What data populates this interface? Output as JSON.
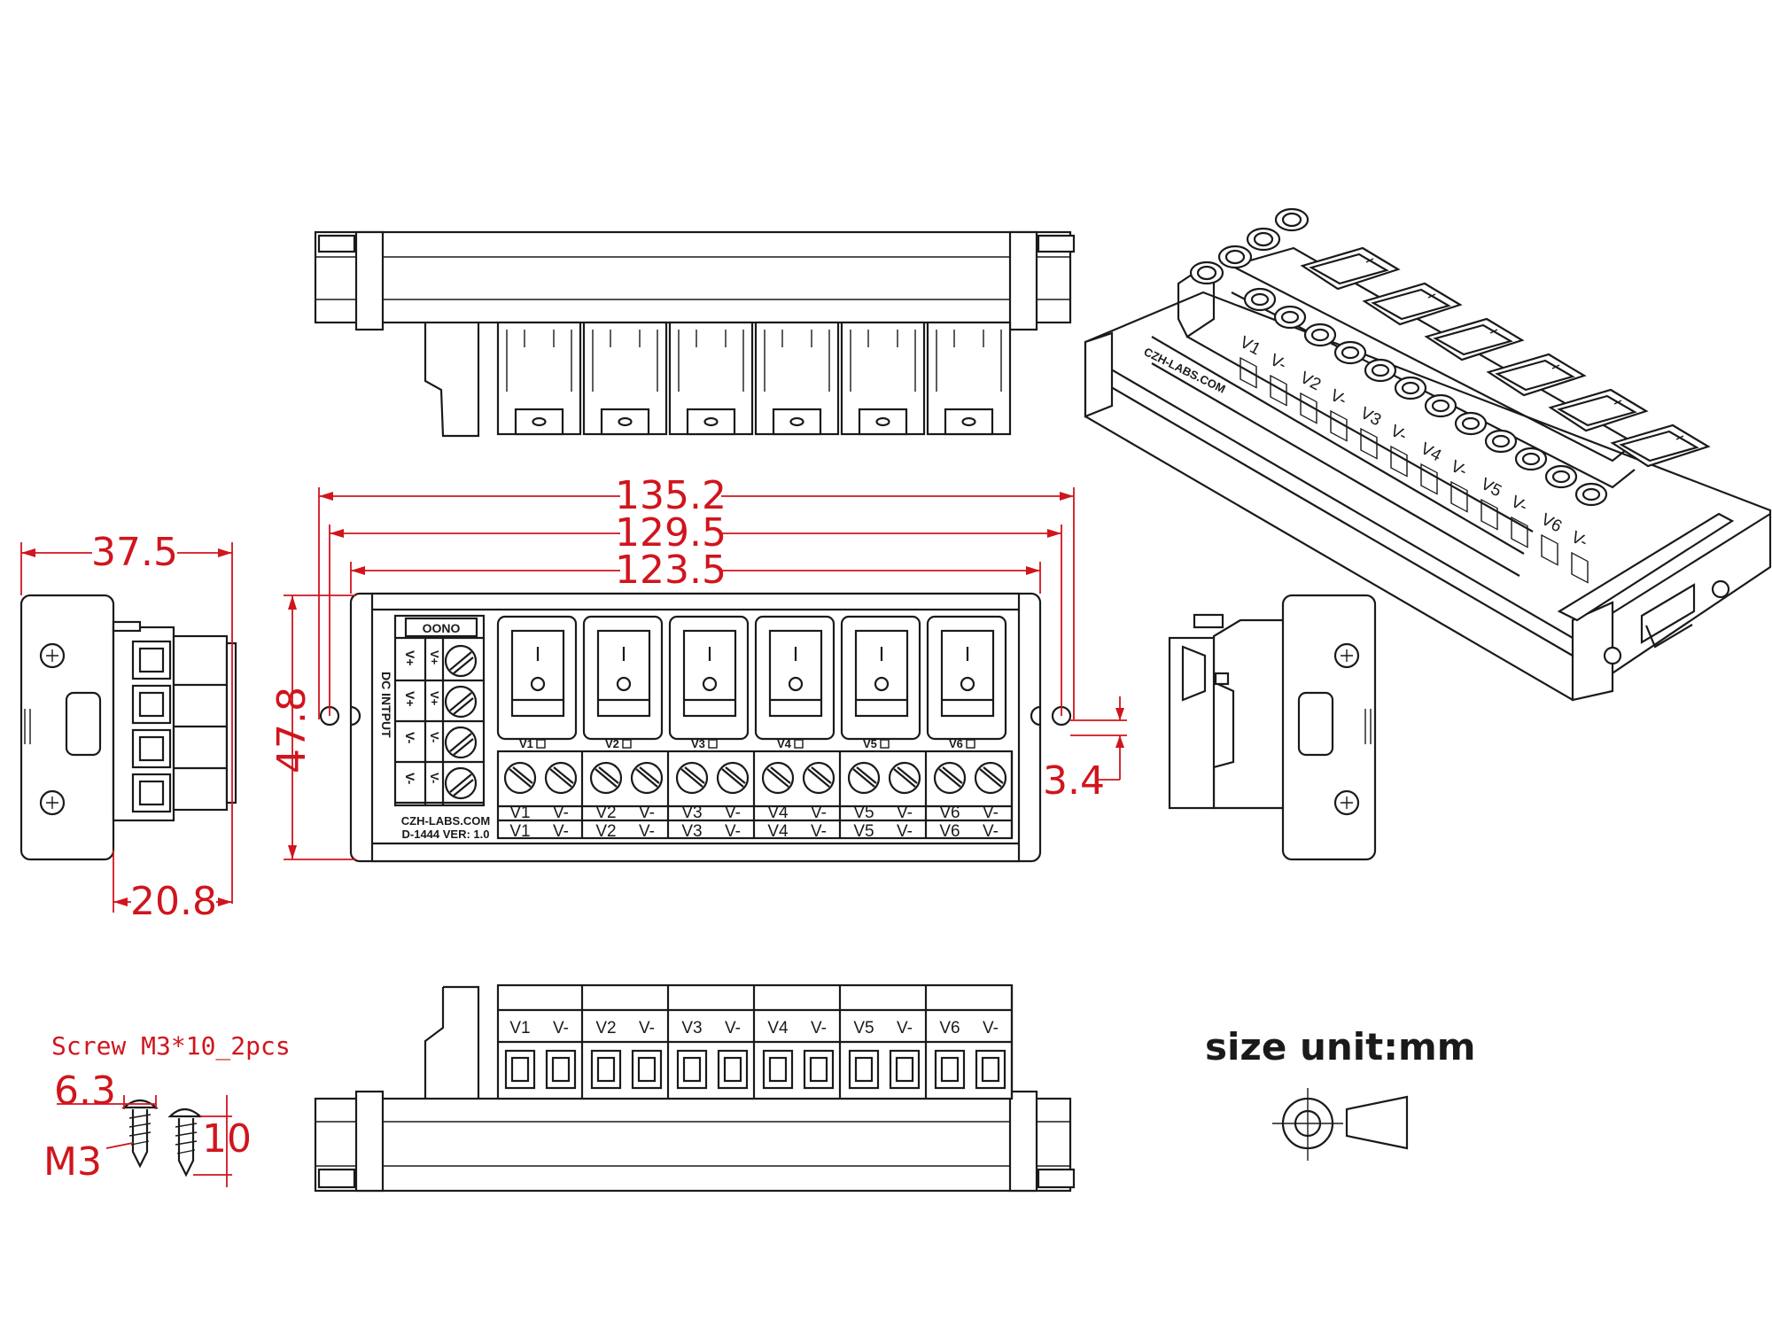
{
  "dimensions": {
    "overall_length": "135.2",
    "mounting_pitch": "129.5",
    "body_length": "123.5",
    "height": "47.8",
    "hole_offset": "3.4",
    "depth": "37.5",
    "rail_depth": "20.8"
  },
  "input_block": {
    "title": "DC INTPUT",
    "indicator": "OONO",
    "terminals": [
      "V+",
      "V+",
      "V-",
      "V-"
    ]
  },
  "channels": [
    {
      "pos": "V1",
      "neg": "V-",
      "led": "V1"
    },
    {
      "pos": "V2",
      "neg": "V-",
      "led": "V2"
    },
    {
      "pos": "V3",
      "neg": "V-",
      "led": "V3"
    },
    {
      "pos": "V4",
      "neg": "V-",
      "led": "V4"
    },
    {
      "pos": "V5",
      "neg": "V-",
      "led": "V5"
    },
    {
      "pos": "V6",
      "neg": "V-",
      "led": "V6"
    }
  ],
  "board": {
    "brand": "CZH-LABS.COM",
    "version": "D-1444  VER: 1.0"
  },
  "screw": {
    "title": "Screw M3*10_2pcs",
    "head": "6.3",
    "thread": "M3",
    "length": "10"
  },
  "size_unit": "size unit:mm",
  "colors": {
    "dimension": "#d0151d",
    "line": "#1a1a1a"
  }
}
